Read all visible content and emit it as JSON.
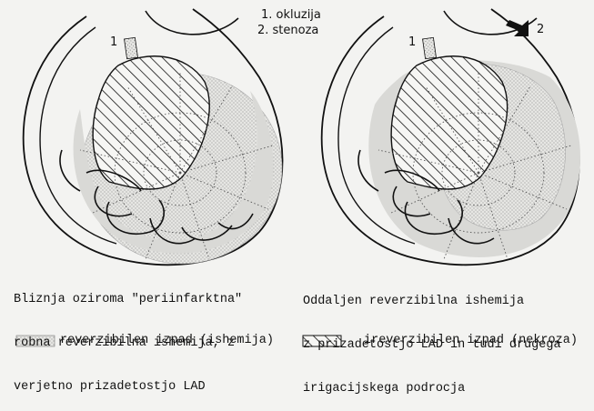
{
  "legend_notes": {
    "item1": "1. okluzija",
    "item2": "2. stenoza"
  },
  "labels": {
    "left_occlusion_number": "1",
    "right_occlusion_number": "1",
    "right_stenosis_number": "2"
  },
  "captions": {
    "left": [
      "Bliznja oziroma \"periinfarktna\"",
      "robna reverzibilna ishemija, z",
      "verjetno prizadetostjo LAD"
    ],
    "right": [
      "Oddaljen reverzibilna ishemija",
      "z prizadetostjo LAD in tudi drugega",
      "irigacijskega podrocja"
    ]
  },
  "key": {
    "reversible": "reverzibilen izpad (ishemija)",
    "irreversible": "ireverzibilen izpad (nekroza)"
  },
  "colors": {
    "ink": "#111111",
    "ischemia_fill": "#d9d9d6",
    "background": "#f3f3f1"
  }
}
